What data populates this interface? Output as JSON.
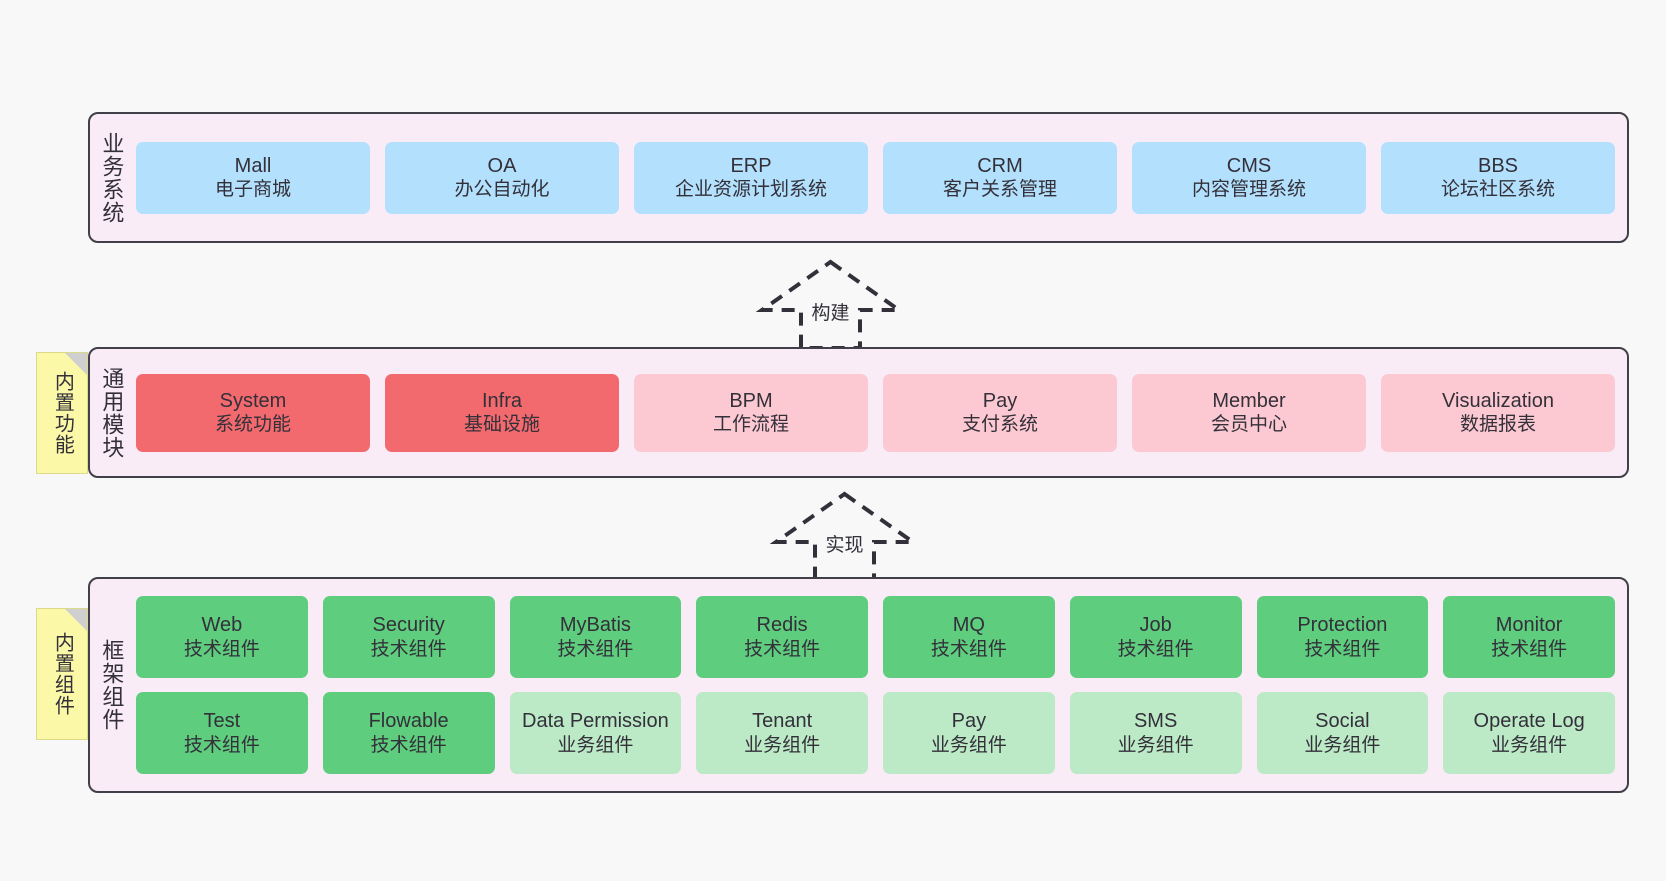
{
  "diagram": {
    "background_color": "#f8f8f8",
    "panel_color": "#f9ecf7",
    "panel_border_color": "#413f48",
    "note_color": "#fbf9a8"
  },
  "layers": [
    {
      "id": "business",
      "title": "业务系统",
      "rows": [
        {
          "cells": [
            {
              "en": "Mall",
              "cn": "电子商城",
              "color": "#b3e0fc",
              "style": "c-blue"
            },
            {
              "en": "OA",
              "cn": "办公自动化",
              "color": "#b3e0fc",
              "style": "c-blue"
            },
            {
              "en": "ERP",
              "cn": "企业资源计划系统",
              "color": "#b3e0fc",
              "style": "c-blue"
            },
            {
              "en": "CRM",
              "cn": "客户关系管理",
              "color": "#b3e0fc",
              "style": "c-blue"
            },
            {
              "en": "CMS",
              "cn": "内容管理系统",
              "color": "#b3e0fc",
              "style": "c-blue"
            },
            {
              "en": "BBS",
              "cn": "论坛社区系统",
              "color": "#b3e0fc",
              "style": "c-blue"
            }
          ]
        }
      ]
    },
    {
      "id": "modules",
      "title": "通用模块",
      "note": "内置功能",
      "rows": [
        {
          "cells": [
            {
              "en": "System",
              "cn": "系统功能",
              "color": "#f2696e",
              "style": "c-red"
            },
            {
              "en": "Infra",
              "cn": "基础设施",
              "color": "#f2696e",
              "style": "c-red"
            },
            {
              "en": "BPM",
              "cn": "工作流程",
              "color": "#fcc9d2",
              "style": "c-pink"
            },
            {
              "en": "Pay",
              "cn": "支付系统",
              "color": "#fcc9d2",
              "style": "c-pink"
            },
            {
              "en": "Member",
              "cn": "会员中心",
              "color": "#fcc9d2",
              "style": "c-pink"
            },
            {
              "en": "Visualization",
              "cn": "数据报表",
              "color": "#fcc9d2",
              "style": "c-pink"
            }
          ]
        }
      ]
    },
    {
      "id": "framework",
      "title": "框架组件",
      "note": "内置组件",
      "rows": [
        {
          "cells": [
            {
              "en": "Web",
              "cn": "技术组件",
              "color": "#5ecd7e",
              "style": "c-green"
            },
            {
              "en": "Security",
              "cn": "技术组件",
              "color": "#5ecd7e",
              "style": "c-green"
            },
            {
              "en": "MyBatis",
              "cn": "技术组件",
              "color": "#5ecd7e",
              "style": "c-green"
            },
            {
              "en": "Redis",
              "cn": "技术组件",
              "color": "#5ecd7e",
              "style": "c-green"
            },
            {
              "en": "MQ",
              "cn": "技术组件",
              "color": "#5ecd7e",
              "style": "c-green"
            },
            {
              "en": "Job",
              "cn": "技术组件",
              "color": "#5ecd7e",
              "style": "c-green"
            },
            {
              "en": "Protection",
              "cn": "技术组件",
              "color": "#5ecd7e",
              "style": "c-green"
            },
            {
              "en": "Monitor",
              "cn": "技术组件",
              "color": "#5ecd7e",
              "style": "c-green"
            }
          ]
        },
        {
          "cells": [
            {
              "en": "Test",
              "cn": "技术组件",
              "color": "#5ecd7e",
              "style": "c-green"
            },
            {
              "en": "Flowable",
              "cn": "技术组件",
              "color": "#5ecd7e",
              "style": "c-green"
            },
            {
              "en": "Data Permission",
              "cn": "业务组件",
              "color": "#bce9c6",
              "style": "c-lgreen"
            },
            {
              "en": "Tenant",
              "cn": "业务组件",
              "color": "#bce9c6",
              "style": "c-lgreen"
            },
            {
              "en": "Pay",
              "cn": "业务组件",
              "color": "#bce9c6",
              "style": "c-lgreen"
            },
            {
              "en": "SMS",
              "cn": "业务组件",
              "color": "#bce9c6",
              "style": "c-lgreen"
            },
            {
              "en": "Social",
              "cn": "业务组件",
              "color": "#bce9c6",
              "style": "c-lgreen"
            },
            {
              "en": "Operate Log",
              "cn": "业务组件",
              "color": "#bce9c6",
              "style": "c-lgreen"
            }
          ]
        }
      ]
    }
  ],
  "connectors": [
    {
      "id": "build",
      "label": "构建",
      "from": "modules",
      "to": "business"
    },
    {
      "id": "impl",
      "label": "实现",
      "from": "framework",
      "to": "modules"
    }
  ]
}
